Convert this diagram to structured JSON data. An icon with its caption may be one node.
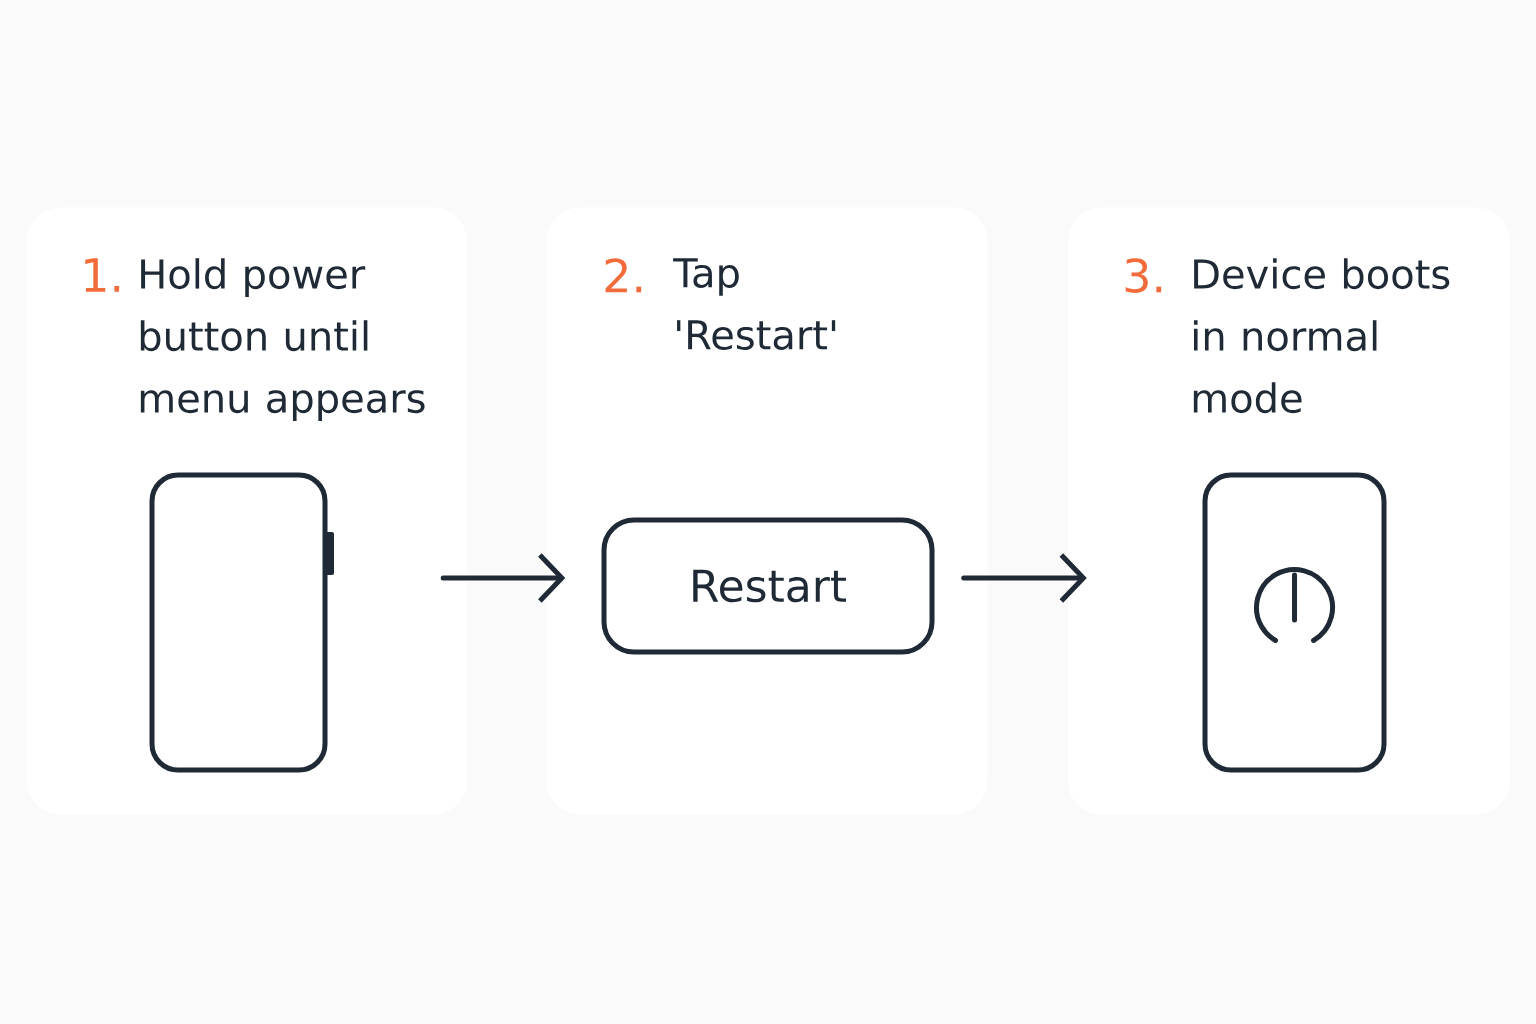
{
  "diagram": {
    "nodes": [
      {
        "text": [
          "1.",
          "Hold power button until menu appears"
        ]
      },
      {
        "text": [],
        "shape": "phone",
        "in": 0
      },
      {
        "text": [
          "2.",
          "Tap 'Restart'"
        ]
      },
      {
        "text": [
          "Restart"
        ],
        "in": 2
      },
      {
        "text": [
          "3.",
          "Device boots in normal mode"
        ]
      },
      {
        "text": [],
        "shape": "phone",
        "in": 4
      }
    ],
    "edges": [
      {
        "from": 0,
        "to": 2,
        "arrow": "to"
      },
      {
        "from": 2,
        "to": 4,
        "arrow": "to"
      }
    ]
  }
}
